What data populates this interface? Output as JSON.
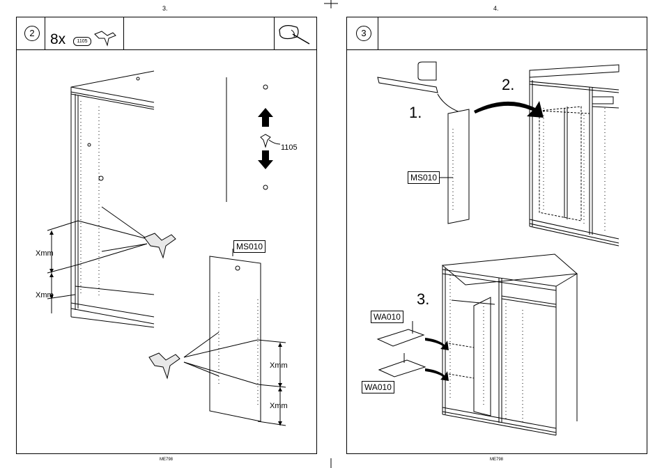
{
  "left_page": {
    "page_number": "3.",
    "step": "2",
    "quantity": "8x",
    "part_code": "1105",
    "callout_part": "1105",
    "measure_a": "Xmm",
    "measure_b": "Xmm",
    "measure_c": "Xmm",
    "measure_d": "Xmm",
    "panel_label": "MS010",
    "footer": "ME798"
  },
  "right_page": {
    "page_number": "4.",
    "step": "3",
    "sub_step_1": "1.",
    "sub_step_2": "2.",
    "sub_step_3": "3.",
    "panel_label": "MS010",
    "shelf_label_top": "WA010",
    "shelf_label_bottom": "WA010",
    "footer": "ME798"
  }
}
